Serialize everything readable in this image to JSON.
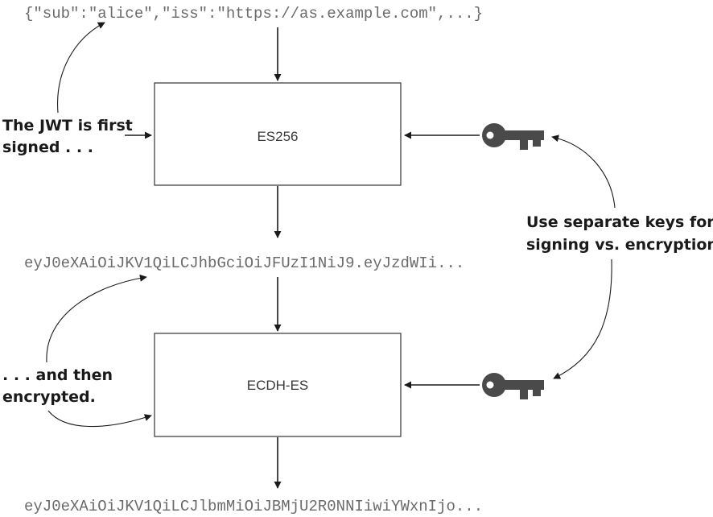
{
  "payload_text": "{\"sub\":\"alice\",\"iss\":\"https://as.example.com\",...}",
  "signed_text": "eyJ0eXAiOiJKV1QiLCJhbGciOiJFUzI1NiJ9.eyJzdWIi...",
  "encrypted_text": "eyJ0eXAiOiJKV1QiLCJlbmMiOiJBMjU2R0NNIiwiYWxnIjo...",
  "boxes": {
    "sign": "ES256",
    "encrypt": "ECDH-ES"
  },
  "notes": {
    "signed": [
      "The JWT is first",
      "signed . . ."
    ],
    "encrypted": [
      ". . . and then",
      "encrypted."
    ],
    "keys": [
      "Use separate keys for",
      "signing vs. encryption."
    ]
  },
  "icons": [
    "key-icon",
    "key-icon"
  ],
  "colors": {
    "stroke": "#1a1a1a",
    "mono_text": "#6b6b6b",
    "key": "#4a4a4a"
  }
}
